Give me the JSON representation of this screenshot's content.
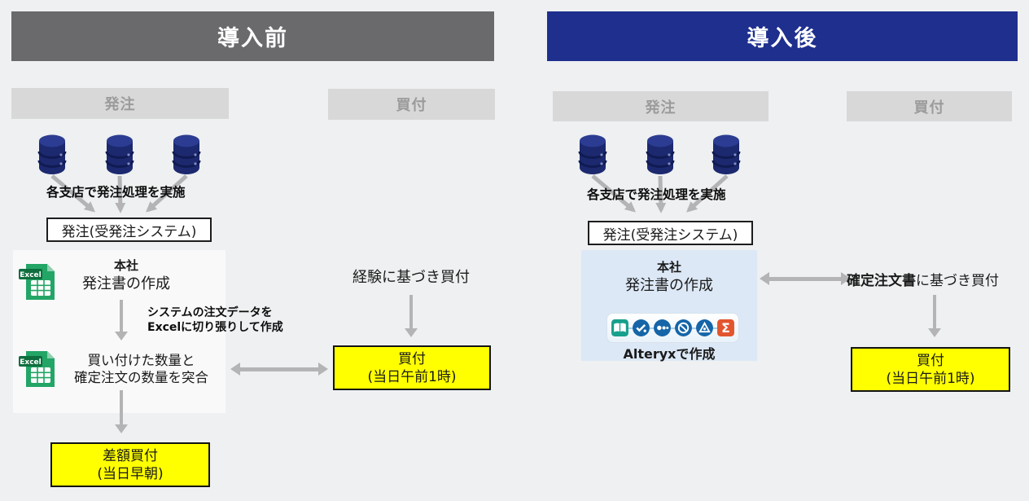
{
  "page": {
    "background": "#eef0f1"
  },
  "colors": {
    "before_header_bg": "#6a6a6d",
    "after_header_bg": "#1f2f8e",
    "column_header_bg": "#d8d8d8",
    "column_header_text": "#9b9b9b",
    "arrow_gray": "#b4b4b7",
    "highlight_yellow": "#ffff00",
    "before_panel_bg": "#f9f9fa",
    "after_panel_bg": "#dce8f6",
    "database_navy": "#1c296f",
    "excel_green": "#23a566",
    "alteryx_blue": "#1565a8",
    "alteryx_orange": "#e2552e"
  },
  "before": {
    "title": "導入前",
    "order_column_label": "発注",
    "purchase_column_label": "買付",
    "branch_note": "各支店で発注処理を実施",
    "system_box_label": "発注(受発注システム)",
    "hq_label": "本社",
    "hq_task": "発注書の作成",
    "excel_badge": "Excel",
    "annotation_line1": "システムの注文データを",
    "annotation_line2": "Excelに切り張りして作成",
    "reconcile_line1": "買い付けた数量と",
    "reconcile_line2": "確定注文の数量を突合",
    "diff_purchase_line1": "差額買付",
    "diff_purchase_line2": "(当日早朝)",
    "purchase_note": "経験に基づき買付",
    "purchase_box_line1": "買付",
    "purchase_box_line2": "(当日午前1時)"
  },
  "after": {
    "title": "導入後",
    "order_column_label": "発注",
    "purchase_column_label": "買付",
    "branch_note": "各支店で発注処理を実施",
    "system_box_label": "発注(受発注システム)",
    "hq_label": "本社",
    "hq_task": "発注書の作成",
    "alteryx_note": "Alteryxで作成",
    "sigma_glyph": "Σ",
    "purchase_note_bold": "確定注文書",
    "purchase_note_rest": "に基づき買付",
    "purchase_box_line1": "買付",
    "purchase_box_line2": "(当日午前1時)"
  }
}
